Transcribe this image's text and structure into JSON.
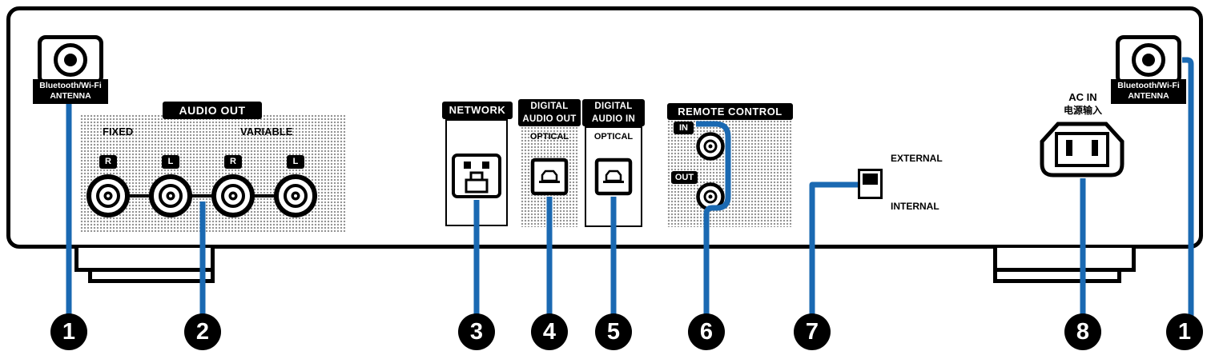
{
  "colors": {
    "callout_line": "#1a69b2",
    "label_bg": "#000000",
    "panel_bg": "#ffffff"
  },
  "antennas": {
    "left": {
      "label_line1": "Bluetooth/Wi-Fi",
      "label_line2": "ANTENNA"
    },
    "right": {
      "label_line1": "Bluetooth/Wi-Fi",
      "label_line2": "ANTENNA"
    }
  },
  "audio_out": {
    "title": "AUDIO OUT",
    "fixed_label": "FIXED",
    "variable_label": "VARIABLE",
    "jack_labels": [
      "R",
      "L",
      "R",
      "L"
    ]
  },
  "network": {
    "title": "NETWORK"
  },
  "digital_audio_out": {
    "title_line1": "DIGITAL",
    "title_line2": "AUDIO OUT",
    "connector_label": "OPTICAL"
  },
  "digital_audio_in": {
    "title_line1": "DIGITAL",
    "title_line2": "AUDIO IN",
    "connector_label": "OPTICAL"
  },
  "remote_control": {
    "title": "REMOTE CONTROL",
    "in_label": "IN",
    "out_label": "OUT",
    "switch_top_label": "EXTERNAL",
    "switch_bottom_label": "INTERNAL"
  },
  "ac_in": {
    "label_line1": "AC IN",
    "label_line2": "电源输入"
  },
  "callouts": {
    "left_antenna": "1",
    "audio_out": "2",
    "network": "3",
    "digital_out": "4",
    "digital_in": "5",
    "remote_jacks": "6",
    "remote_switch": "7",
    "ac_in": "8",
    "right_antenna": "1"
  }
}
